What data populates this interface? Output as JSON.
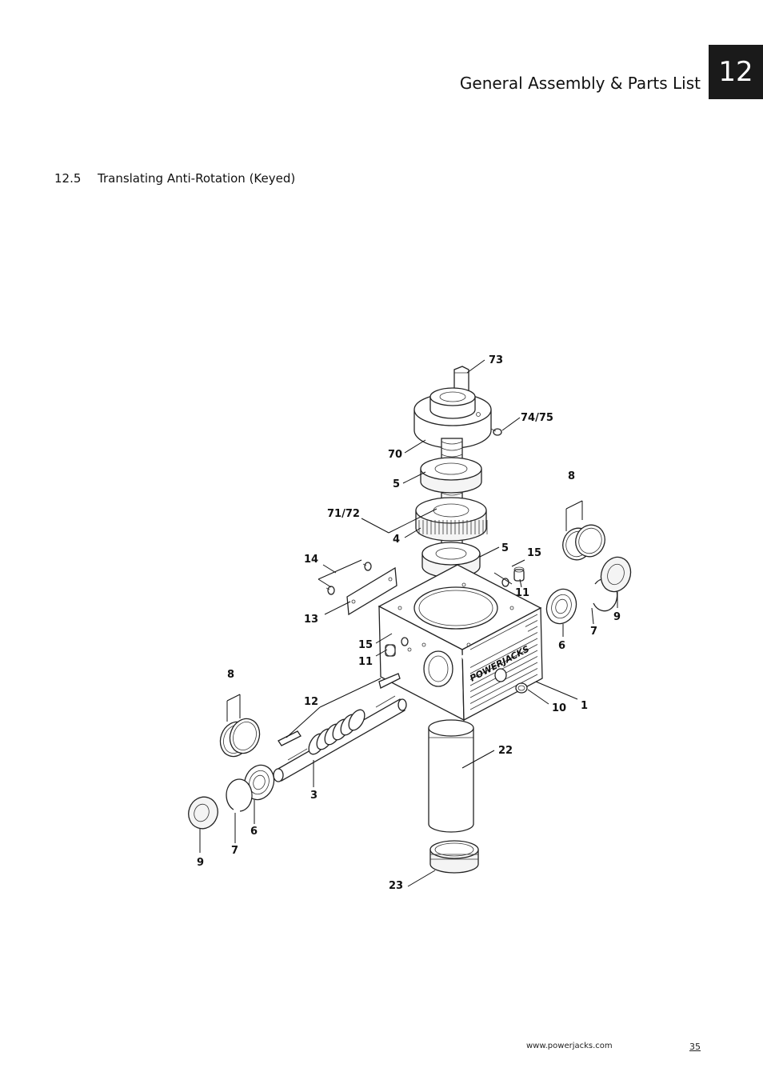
{
  "header": {
    "chapter_number": "12",
    "title": "General Assembly & Parts List"
  },
  "section": {
    "number": "12.5",
    "title": "Translating Anti-Rotation (Keyed)"
  },
  "diagram": {
    "brand_marking": "POWERJACKS",
    "callouts": {
      "c73": "73",
      "c7475": "74/75",
      "c70": "70",
      "c5a": "5",
      "c8r": "8",
      "c7172": "71/72",
      "c4": "4",
      "c5b": "5",
      "c15r": "15",
      "c14": "14",
      "c11r": "11",
      "c9r": "9",
      "c7r": "7",
      "c13": "13",
      "c6r": "6",
      "c15l": "15",
      "c11l": "11",
      "c8l": "8",
      "c10": "10",
      "c1": "1",
      "c12": "12",
      "c22": "22",
      "c3": "3",
      "c6l": "6",
      "c9l": "9",
      "c7l": "7",
      "c23": "23"
    }
  },
  "footer": {
    "url": "www.powerjacks.com",
    "page_number": "35"
  }
}
